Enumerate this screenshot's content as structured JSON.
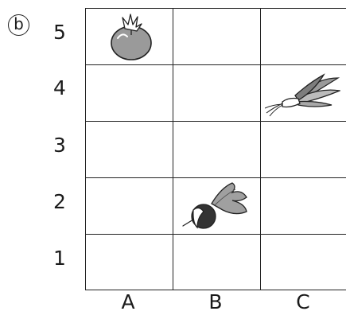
{
  "panel_label": "b",
  "rows": [
    "5",
    "4",
    "3",
    "2",
    "1"
  ],
  "columns": [
    "A",
    "B",
    "C"
  ],
  "items": [
    {
      "icon": "tomato-icon",
      "column": "A",
      "row": "5"
    },
    {
      "icon": "green-onion-icon",
      "column": "C",
      "row": "4"
    },
    {
      "icon": "radish-icon",
      "column": "B",
      "row": "2"
    }
  ]
}
